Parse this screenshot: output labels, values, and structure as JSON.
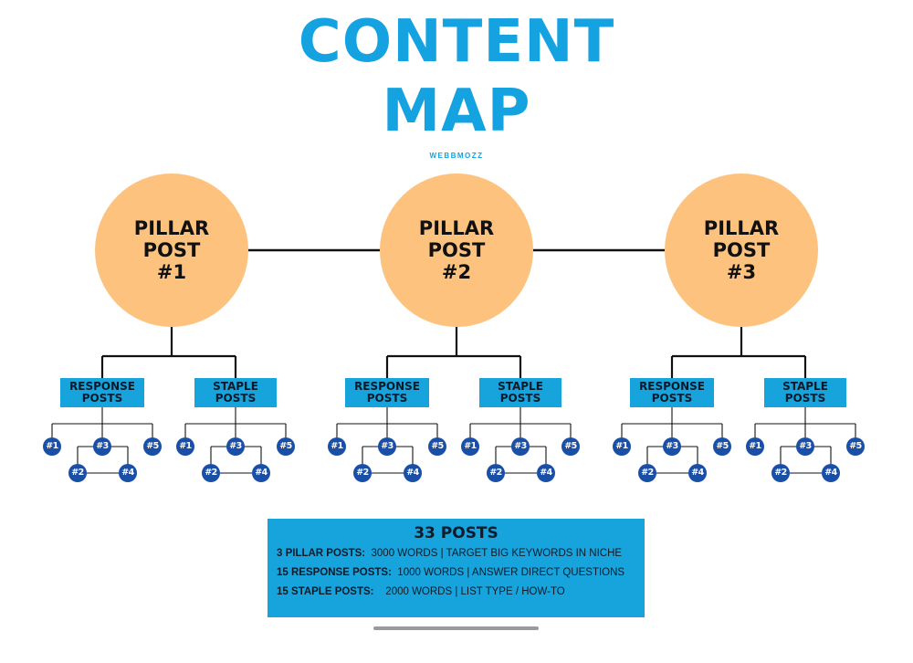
{
  "title": {
    "line1": "CONTENT",
    "line2": "MAP"
  },
  "brand": "WEBBMOZZ",
  "pillars": [
    {
      "line1": "PILLAR",
      "line2": "POST",
      "line3": "#1"
    },
    {
      "line1": "PILLAR",
      "line2": "POST",
      "line3": "#2"
    },
    {
      "line1": "PILLAR",
      "line2": "POST",
      "line3": "#3"
    }
  ],
  "boxes": {
    "response": {
      "line1": "RESPONSE",
      "line2": "POSTS"
    },
    "staple": {
      "line1": "STAPLE",
      "line2": "POSTS"
    }
  },
  "post_numbers": [
    "#1",
    "#2",
    "#3",
    "#4",
    "#5"
  ],
  "summary": {
    "title": "33 POSTS",
    "rows": [
      {
        "label": "3 PILLAR POSTS:",
        "text": "3000 WORDS | TARGET BIG KEYWORDS IN NICHE"
      },
      {
        "label": "15 RESPONSE POSTS:",
        "text": "1000  WORDS | ANSWER DIRECT QUESTIONS"
      },
      {
        "label": "15 STAPLE POSTS:",
        "text": "2000  WORDS | LIST TYPE / HOW-TO"
      }
    ]
  },
  "colors": {
    "accent": "#14a3e0",
    "pillar": "#fdc27e",
    "box": "#17a4dd",
    "number_circle": "#1a4fa8",
    "line": "#111111"
  }
}
